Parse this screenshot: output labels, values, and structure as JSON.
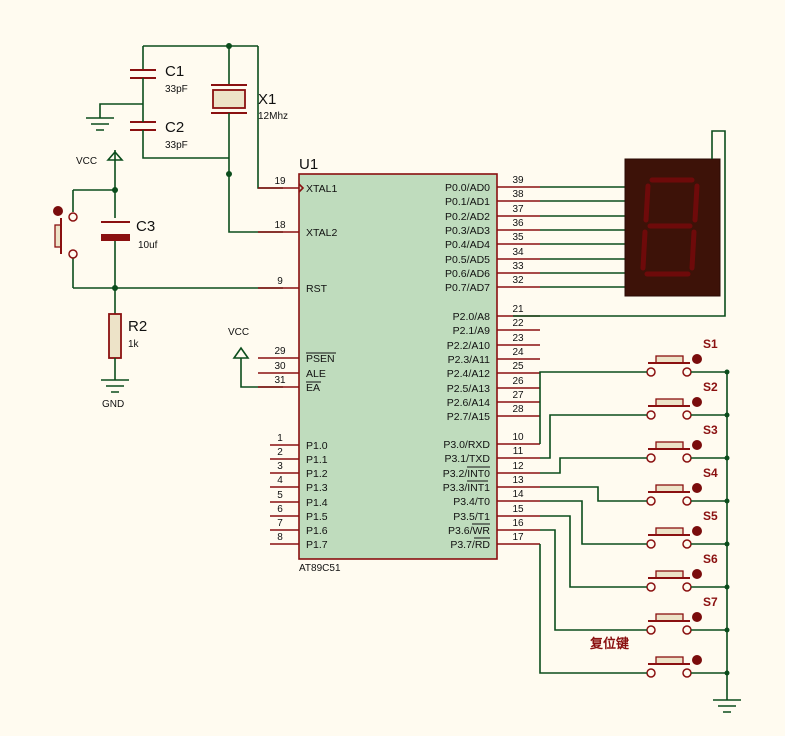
{
  "colors": {
    "background": "#fffbf0",
    "wire": "#0b4d1c",
    "component": "#8a1010",
    "chip_fill": "#bfdcbd",
    "display_bg": "#3d1208",
    "segment": "#6e0a0a",
    "junction": "#0b4d1c"
  },
  "chip": {
    "ref": "U1",
    "part": "AT89C51"
  },
  "left_pins": [
    {
      "num": "19",
      "label": "XTAL1"
    },
    {
      "num": "18",
      "label": "XTAL2"
    },
    {
      "num": "9",
      "label": "RST"
    },
    {
      "num": "29",
      "label": "PSEN"
    },
    {
      "num": "30",
      "label": "ALE"
    },
    {
      "num": "31",
      "label": "EA"
    },
    {
      "num": "1",
      "label": "P1.0"
    },
    {
      "num": "2",
      "label": "P1.1"
    },
    {
      "num": "3",
      "label": "P1.2"
    },
    {
      "num": "4",
      "label": "P1.3"
    },
    {
      "num": "5",
      "label": "P1.4"
    },
    {
      "num": "6",
      "label": "P1.5"
    },
    {
      "num": "7",
      "label": "P1.6"
    },
    {
      "num": "8",
      "label": "P1.7"
    }
  ],
  "right_pins": [
    {
      "num": "39",
      "label": "P0.0/AD0"
    },
    {
      "num": "38",
      "label": "P0.1/AD1"
    },
    {
      "num": "37",
      "label": "P0.2/AD2"
    },
    {
      "num": "36",
      "label": "P0.3/AD3"
    },
    {
      "num": "35",
      "label": "P0.4/AD4"
    },
    {
      "num": "34",
      "label": "P0.5/AD5"
    },
    {
      "num": "33",
      "label": "P0.6/AD6"
    },
    {
      "num": "32",
      "label": "P0.7/AD7"
    },
    {
      "num": "21",
      "label": "P2.0/A8"
    },
    {
      "num": "22",
      "label": "P2.1/A9"
    },
    {
      "num": "23",
      "label": "P2.2/A10"
    },
    {
      "num": "24",
      "label": "P2.3/A11"
    },
    {
      "num": "25",
      "label": "P2.4/A12"
    },
    {
      "num": "26",
      "label": "P2.5/A13"
    },
    {
      "num": "27",
      "label": "P2.6/A14"
    },
    {
      "num": "28",
      "label": "P2.7/A15"
    },
    {
      "num": "10",
      "label": "P3.0/RXD"
    },
    {
      "num": "11",
      "label": "P3.1/TXD"
    },
    {
      "num": "12",
      "label": "P3.2/INT0"
    },
    {
      "num": "13",
      "label": "P3.3/INT1"
    },
    {
      "num": "14",
      "label": "P3.4/T0"
    },
    {
      "num": "15",
      "label": "P3.5/T1"
    },
    {
      "num": "16",
      "label": "P3.6/WR"
    },
    {
      "num": "17",
      "label": "P3.7/RD"
    }
  ],
  "components": {
    "c1": {
      "ref": "C1",
      "value": "33pF"
    },
    "c2": {
      "ref": "C2",
      "value": "33pF"
    },
    "c3": {
      "ref": "C3",
      "value": "10uf"
    },
    "x1": {
      "ref": "X1",
      "value": "12Mhz"
    },
    "r2": {
      "ref": "R2",
      "value": "1k"
    }
  },
  "power": {
    "vcc_top": "VCC",
    "vcc_ea": "VCC",
    "gnd": "GND"
  },
  "switches": [
    "S1",
    "S2",
    "S3",
    "S4",
    "S5",
    "S6",
    "S7"
  ],
  "reset_key_label": "复位键"
}
